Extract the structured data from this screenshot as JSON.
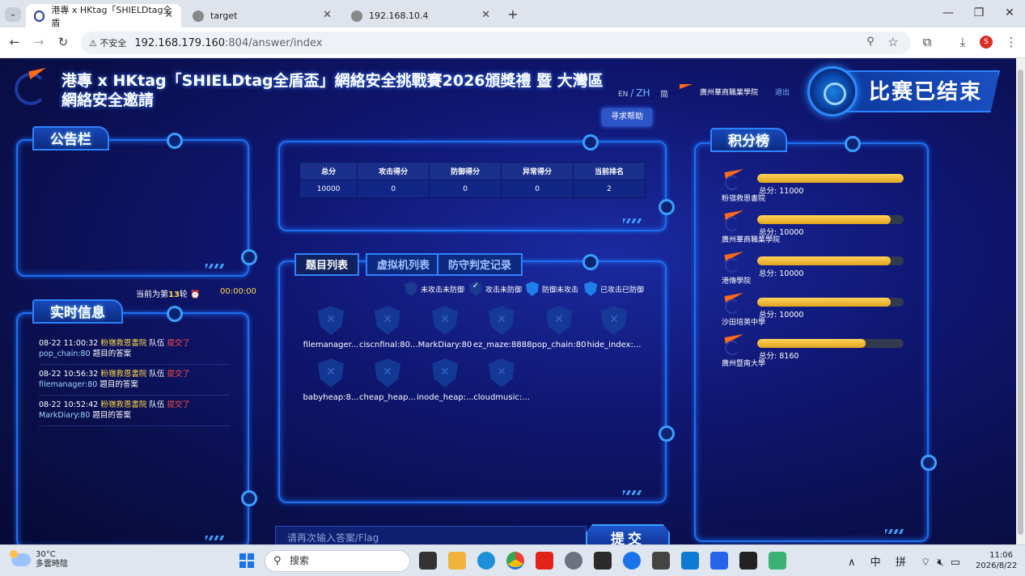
{
  "browser": {
    "tabs": [
      {
        "title": "港專 x HKtag「SHIELDtag全盾",
        "active": true
      },
      {
        "title": "target",
        "active": false
      },
      {
        "title": "192.168.10.4",
        "active": false
      }
    ],
    "new_tab": "+",
    "security_label": "不安全",
    "url_host": "192.168.179.160",
    "url_path": ":804/answer/index",
    "profile_initial": "S"
  },
  "header": {
    "title": "港專 x HKtag「SHIELDtag全盾盃」網絡安全挑戰賽2026頒獎禮 暨 大灣區網絡安全邀請",
    "lang_en": "EN",
    "lang_sep": "/",
    "lang_zh": "ZH",
    "simplified": "简",
    "school": "廣州華商職業學院",
    "logout": "退出",
    "status": "比赛已结束",
    "help": "寻求帮助"
  },
  "bulletin": {
    "title": "公告栏"
  },
  "round_info": {
    "prefix": "当前为第",
    "round": "13",
    "suffix": "轮",
    "timer": "00:00:00"
  },
  "realtime": {
    "title": "实时信息",
    "items": [
      {
        "time": "08-22 11:00:32",
        "team": "粉嶺救恩書院",
        "team_word": "队伍",
        "action": "提交了",
        "challenge": "pop_chain:80",
        "tail": "题目的答案"
      },
      {
        "time": "08-22 10:56:32",
        "team": "粉嶺救恩書院",
        "team_word": "队伍",
        "action": "提交了",
        "challenge": "filemanager:80",
        "tail": "题目的答案"
      },
      {
        "time": "08-22 10:52:42",
        "team": "粉嶺救恩書院",
        "team_word": "队伍",
        "action": "提交了",
        "challenge": "MarkDiary:80",
        "tail": "题目的答案"
      }
    ]
  },
  "score_table": {
    "headers": [
      "总分",
      "攻击得分",
      "防御得分",
      "异常得分",
      "当前排名"
    ],
    "values": [
      "10000",
      "0",
      "0",
      "0",
      "2"
    ]
  },
  "challenge_tabs": [
    "题目列表",
    "虚拟机列表",
    "防守判定记录"
  ],
  "legend": [
    {
      "label": "未攻击未防御",
      "color": "#1a3a8f"
    },
    {
      "label": "攻击未防御",
      "color": "#1a3a8f"
    },
    {
      "label": "防御未攻击",
      "color": "#1f7ee8"
    },
    {
      "label": "已攻击已防御",
      "color": "#1f7ee8"
    }
  ],
  "challenges": [
    "filemanager...",
    "ciscnfinal:80...",
    "MarkDiary:80",
    "ez_maze:8888",
    "pop_chain:80",
    "hide_index:...",
    "babyheap:8...",
    "cheap_heap...",
    "inode_heap:...",
    "cloudmusic:..."
  ],
  "answer": {
    "placeholder": "请再次输入答案/Flag",
    "submit": "提交"
  },
  "leaderboard": {
    "title": "积分榜",
    "score_prefix": "总分: ",
    "items": [
      {
        "name": "粉嶺救恩書院",
        "score": "11000",
        "fraction": 1.0
      },
      {
        "name": "廣州華商職業學院",
        "score": "10000",
        "fraction": 0.91
      },
      {
        "name": "港傳學院",
        "score": "10000",
        "fraction": 0.91
      },
      {
        "name": "沙田培英中學",
        "score": "10000",
        "fraction": 0.91
      },
      {
        "name": "廣州暨南大學",
        "score": "8160",
        "fraction": 0.74
      }
    ]
  },
  "taskbar": {
    "temp": "30°C",
    "weather": "多雲時陰",
    "search": "搜索",
    "ime1": "中",
    "ime2": "拼",
    "time": "11:06",
    "date": "2026/8/22"
  }
}
